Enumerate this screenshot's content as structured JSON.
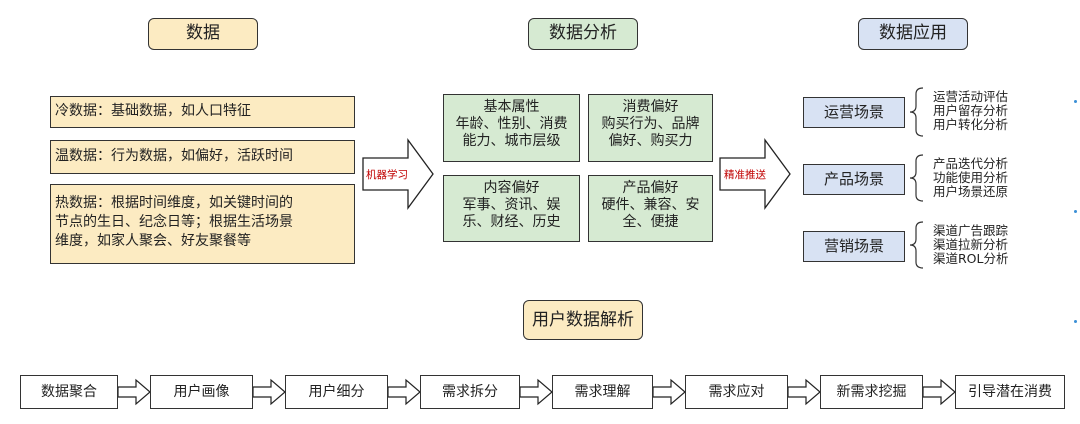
{
  "columns": {
    "data": {
      "title": "数据"
    },
    "analysis": {
      "title": "数据分析"
    },
    "application": {
      "title": "数据应用"
    }
  },
  "data_boxes": [
    {
      "lines": [
        "冷数据：基础数据，如人口特征"
      ]
    },
    {
      "lines": [
        "温数据：行为数据，如偏好，活跃时间"
      ]
    },
    {
      "lines": [
        "热数据：根据时间维度，如关键时间的",
        "节点的生日、纪念日等；根据生活场景",
        "维度，如家人聚会、好友聚餐等"
      ]
    }
  ],
  "arrows": {
    "machine_learning": "机器学习",
    "precise_push": "精准推送"
  },
  "analysis_cells": [
    {
      "lines": [
        "基本属性",
        "年龄、性别、消费",
        "能力、城市层级"
      ]
    },
    {
      "lines": [
        "消费偏好",
        "购买行为、品牌",
        "偏好、购买力"
      ]
    },
    {
      "lines": [
        "内容偏好",
        "军事、资讯、娱",
        "乐、财经、历史"
      ]
    },
    {
      "lines": [
        "产品偏好",
        "硬件、兼容、安",
        "全、便捷"
      ]
    }
  ],
  "scenes": [
    {
      "label": "运营场景",
      "items": [
        "运营活动评估",
        "用户留存分析",
        "用户转化分析"
      ]
    },
    {
      "label": "产品场景",
      "items": [
        "产品迭代分析",
        "功能使用分析",
        "用户场景还原"
      ]
    },
    {
      "label": "营销场景",
      "items": [
        "渠道广告跟踪",
        "渠道拉新分析",
        "渠道ROL分析"
      ]
    }
  ],
  "center_title": "用户数据解析",
  "flow_steps": [
    "数据聚合",
    "用户画像",
    "用户细分",
    "需求拆分",
    "需求理解",
    "需求应对",
    "新需求挖掘",
    "引导潜在消费"
  ],
  "colors": {
    "yellow": "#fcebc2",
    "green": "#d6ead2",
    "blue": "#d8e2f3",
    "accent_red": "#c00000"
  }
}
